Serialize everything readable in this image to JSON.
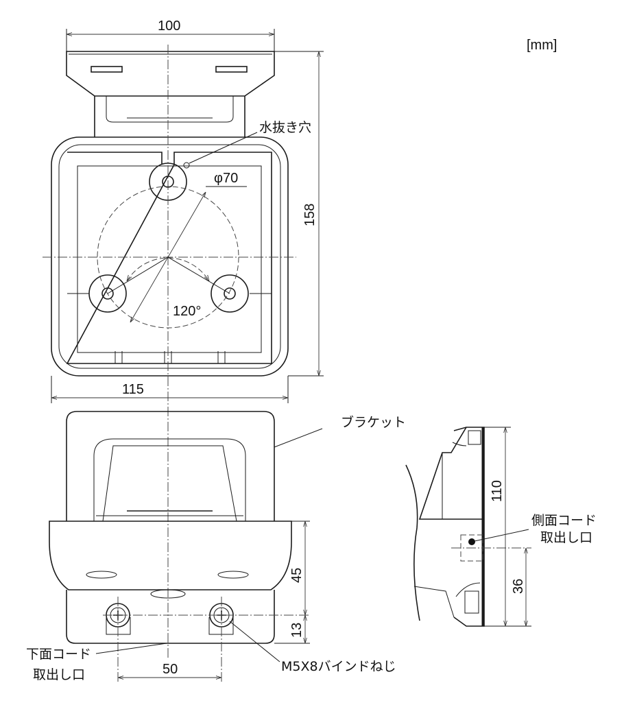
{
  "unit_label": "[mm]",
  "top_view": {
    "width_dim": "100",
    "height_dim": "158",
    "body_width_dim": "115",
    "drain_hole_label": "水抜き穴",
    "circle_dim": "φ70",
    "angle_dim": "120°"
  },
  "front_view": {
    "bracket_label": "ブラケット",
    "dim_45": "45",
    "dim_13": "13",
    "dim_50": "50",
    "bottom_cord_label": [
      "下面コード",
      "取出し口"
    ],
    "screw_label": "M5X8バインドねじ"
  },
  "side_view": {
    "dim_110": "110",
    "dim_36": "36",
    "side_cord_label": [
      "側面コード",
      "取出し口"
    ]
  }
}
